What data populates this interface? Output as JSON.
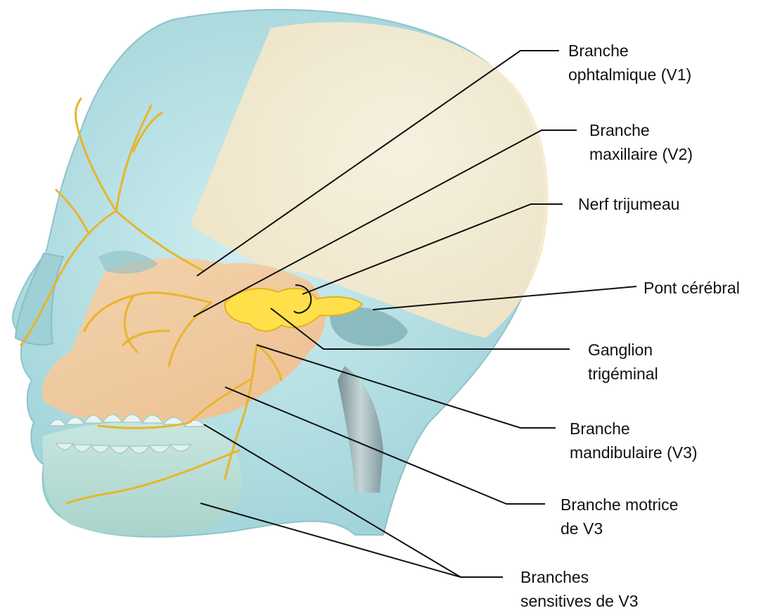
{
  "labels": {
    "v1": [
      "Branche",
      "ophtalmique (V1)"
    ],
    "v2": [
      "Branche",
      "maxillaire (V2)"
    ],
    "trigeminal_nerve": [
      "Nerf trijumeau"
    ],
    "pons": [
      "Pont cérébral"
    ],
    "ganglion": [
      "Ganglion",
      "trigéminal"
    ],
    "v3": [
      "Branche",
      "mandibulaire (V3)"
    ],
    "v3_motor": [
      "Branche motrice",
      "de V3"
    ],
    "v3_sensory": [
      "Branches",
      "sensitives de V3"
    ]
  },
  "colors": {
    "head": "#a9d9dd",
    "skull": "#f6e7c8",
    "face_bone": "#f6c89a",
    "jaw": "#bfe0d8",
    "nerve": "#e8b52a",
    "ganglion": "#ffe04a",
    "leader_line": "#111111"
  }
}
